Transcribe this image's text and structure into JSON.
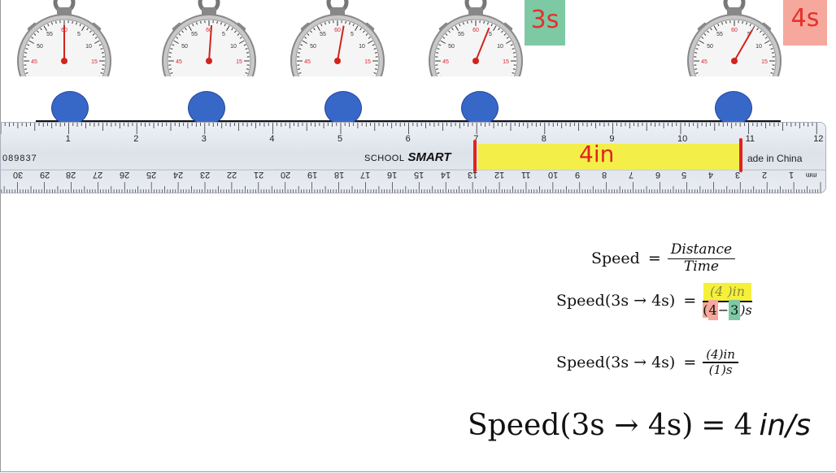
{
  "timer_labels": {
    "first": "3s",
    "second": "4s"
  },
  "stopwatch_dial": {
    "top": "60",
    "n55": "55",
    "n5": "5",
    "n50": "50",
    "n10": "10",
    "n45": "45",
    "n15": "15"
  },
  "ruler": {
    "top_numbers": [
      "1",
      "2",
      "3",
      "4",
      "5",
      "6",
      "7",
      "8",
      "9",
      "10",
      "11",
      "12"
    ],
    "bottom_numbers": [
      "30",
      "29",
      "28",
      "27",
      "26",
      "25",
      "24",
      "23",
      "22",
      "21",
      "20",
      "19",
      "18",
      "17",
      "16",
      "15",
      "14",
      "13",
      "12",
      "11",
      "10",
      "9",
      "8",
      "7",
      "6",
      "5",
      "4",
      "3",
      "2",
      "1"
    ],
    "serial": "089837",
    "brand_prefix": "SCHOOL",
    "brand_name": "SMART",
    "made_in": "ade in China",
    "unit_label": "mm"
  },
  "distance_label": "4in",
  "equations": {
    "speed_word": "Speed",
    "eq_sign": "=",
    "numer1": "Distance",
    "denom1": "Time",
    "lhs2": "Speed(3s → 4s)",
    "numer2": "(4 )in",
    "denom2_open": "(",
    "denom2_a": "4",
    "denom2_minus": "−",
    "denom2_b": "3",
    "denom2_close": ")s",
    "lhs3": "Speed(3s → 4s)",
    "numer3": "(4)in",
    "denom3": "(1)s",
    "final_lhs": "Speed(3s → 4s)",
    "final_rhs_num": "4",
    "final_rhs_unit": "in/s"
  },
  "colors": {
    "ball": "#3768c8",
    "highlight_yellow": "#f5f03a",
    "sticky_green": "#7dc9a4",
    "sticky_pink": "#f5a89b",
    "marker_red": "#e0231c"
  }
}
